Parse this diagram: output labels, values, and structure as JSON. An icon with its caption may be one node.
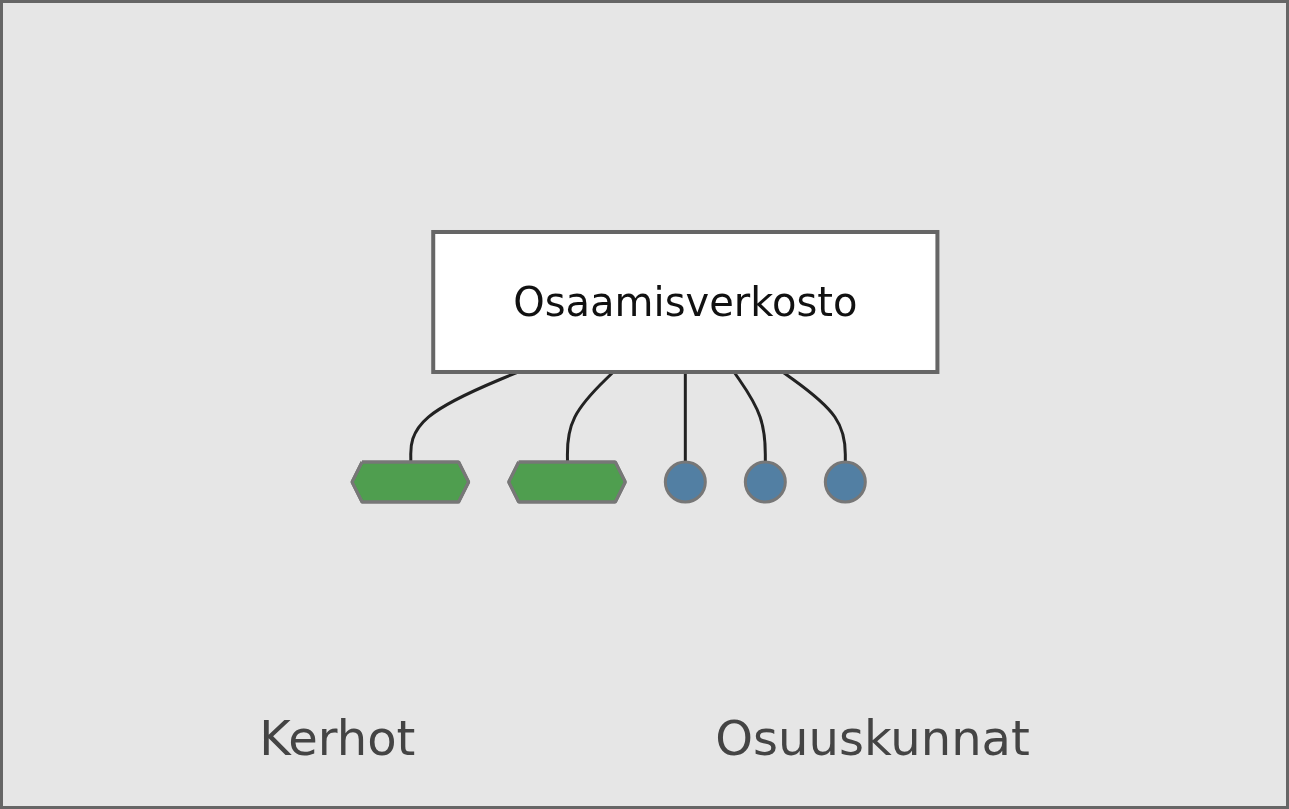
{
  "diagram": {
    "nodes": [
      {
        "text": [
          "Osaamisverkosto"
        ]
      },
      {
        "text": [],
        "shape": "pentagon"
      },
      {
        "text": [],
        "shape": "pentagon"
      },
      {
        "text": [],
        "shape": "circle"
      },
      {
        "text": [],
        "shape": "circle"
      },
      {
        "text": [],
        "shape": "circle"
      }
    ],
    "edges": [
      {
        "from": 0,
        "to": 1,
        "arrow": "none"
      },
      {
        "from": 0,
        "to": 2,
        "arrow": "none"
      },
      {
        "from": 0,
        "to": 3,
        "arrow": "none"
      },
      {
        "from": 0,
        "to": 4,
        "arrow": "none"
      },
      {
        "from": 0,
        "to": 5,
        "arrow": "none"
      }
    ],
    "labels": [
      "Kerhot",
      "Osuuskunnat"
    ]
  }
}
